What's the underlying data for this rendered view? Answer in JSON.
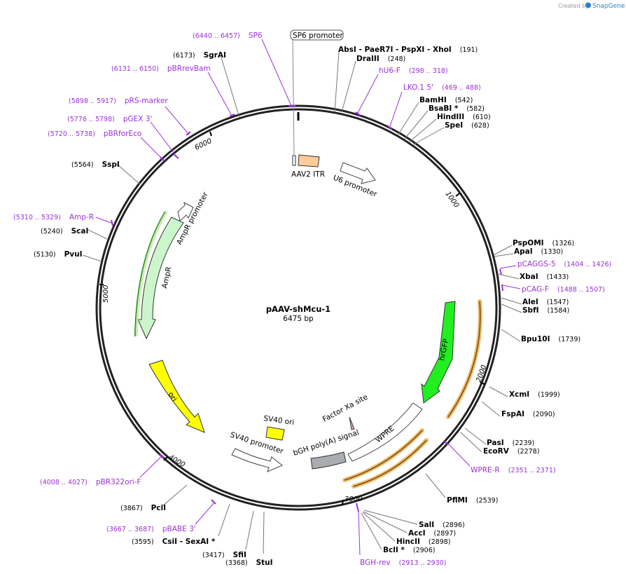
{
  "app": {
    "credit_prefix": "Created by",
    "brand": "SnapGene"
  },
  "plasmid": {
    "name": "pAAV-shMcu-1",
    "length_label": "6475 bp",
    "length": 6475
  },
  "tick_labels": [
    "1000",
    "2000",
    "3000",
    "4000",
    "5000",
    "6000"
  ],
  "sites": [
    {
      "name": "AbsI",
      "pos": "",
      "text": "AbsI  - PaeR7I  - PspXI  - XhoI",
      "pos_text": "(191)"
    },
    {
      "name": "DraIII",
      "pos": "(248)"
    },
    {
      "name": "BamHI",
      "pos": "(542)"
    },
    {
      "name": "BsaBI *",
      "pos": "(582)"
    },
    {
      "name": "HindIII",
      "pos": "(610)"
    },
    {
      "name": "SpeI",
      "pos": "(628)"
    },
    {
      "name": "PspOMI",
      "pos": "(1326)"
    },
    {
      "name": "ApaI",
      "pos": "(1330)"
    },
    {
      "name": "XbaI",
      "pos": "(1433)"
    },
    {
      "name": "AleI",
      "pos": "(1547)"
    },
    {
      "name": "SbfI",
      "pos": "(1584)"
    },
    {
      "name": "Bpu10I",
      "pos": "(1739)"
    },
    {
      "name": "XcmI",
      "pos": "(1999)"
    },
    {
      "name": "FspAI",
      "pos": "(2090)"
    },
    {
      "name": "PasI",
      "pos": "(2239)"
    },
    {
      "name": "EcoRV",
      "pos": "(2278)"
    },
    {
      "name": "PflMI",
      "pos": "(2539)"
    },
    {
      "name": "SalI",
      "pos": "(2896)"
    },
    {
      "name": "AccI",
      "pos": "(2897)"
    },
    {
      "name": "HincII",
      "pos": "(2898)"
    },
    {
      "name": "BclI *",
      "pos": "(2906)"
    },
    {
      "name": "StuI",
      "pos": "(3368)"
    },
    {
      "name": "SfiI",
      "pos": "(3417)"
    },
    {
      "name": "CsiI   - SexAI *",
      "pos": "(3595)"
    },
    {
      "name": "PciI",
      "pos": "(3867)"
    },
    {
      "name": "PvuI",
      "pos": "(5130)"
    },
    {
      "name": "ScaI",
      "pos": "(5240)"
    },
    {
      "name": "SspI",
      "pos": "(5564)"
    },
    {
      "name": "SgrAI",
      "pos": "(6173)"
    }
  ],
  "primers": [
    {
      "name": "SP6",
      "pos": "(6440 .. 6457)"
    },
    {
      "name": "hU6-F",
      "pos": "(298 .. 318)"
    },
    {
      "name": "LKO.1 5'",
      "pos": "(469 .. 488)"
    },
    {
      "name": "pCAGGS-5",
      "pos": "(1404 .. 1426)"
    },
    {
      "name": "pCAG-F",
      "pos": "(1488 .. 1507)"
    },
    {
      "name": "WPRE-R",
      "pos": "(2351 .. 2371)"
    },
    {
      "name": "BGH-rev",
      "pos": "(2913 .. 2930)"
    },
    {
      "name": "pBABE 3'",
      "pos": "(3667 .. 3687)"
    },
    {
      "name": "pBR322ori-F",
      "pos": "(4008 .. 4027)"
    },
    {
      "name": "Amp-R",
      "pos": "(5310 .. 5329)"
    },
    {
      "name": "pBRforEco",
      "pos": "(5720 .. 5738)"
    },
    {
      "name": "pGEX 3'",
      "pos": "(5776 .. 5798)"
    },
    {
      "name": "pRS-marker",
      "pos": "(5898 .. 5917)"
    },
    {
      "name": "pBRrevBam",
      "pos": "(6131 .. 6150)"
    }
  ],
  "features": {
    "sp6_promoter": "SP6 promoter",
    "aav2_itr": "AAV2 ITR",
    "u6_promoter": "U6 promoter",
    "hrgfp": "hrGFP",
    "factor_xa": "Factor Xa site",
    "wpre": "WPRE",
    "bgh": "bGH poly(A) signal",
    "sv40_ori": "SV40 ori",
    "sv40_promoter": "SV40 promoter",
    "ori": "ori",
    "ampr": "AmpR",
    "ampr_promoter": "AmpR promoter"
  },
  "colors": {
    "primer": "#9b30d9",
    "hrgfp": "#22ee22",
    "ampr": "#ccf5cc",
    "ori": "#ffff00",
    "itr": "#ffcc99",
    "bgh": "#a9acb0",
    "orf_highlight": "#e8a43c"
  }
}
